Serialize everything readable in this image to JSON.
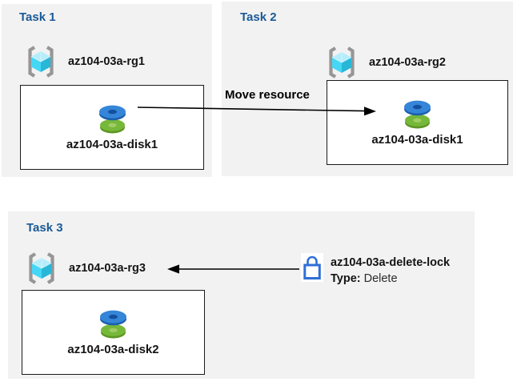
{
  "diagram": {
    "tasks": [
      {
        "title": "Task 1",
        "resource_group": "az104-03a-rg1",
        "resource": "az104-03a-disk1"
      },
      {
        "title": "Task 2",
        "resource_group": "az104-03a-rg2",
        "resource": "az104-03a-disk1"
      },
      {
        "title": "Task 3",
        "resource_group": "az104-03a-rg3",
        "resource": "az104-03a-disk2"
      }
    ],
    "move_arrow_label": "Move resource",
    "lock": {
      "name": "az104-03a-delete-lock",
      "type_label": "Type:",
      "type_value": "Delete"
    }
  },
  "colors": {
    "panel_background": "#f2f2f2",
    "task_title_blue": "#1a5a96",
    "cube_top": "#b6edfb",
    "cube_left": "#45d7f5",
    "cube_right": "#28b7d7",
    "bracket_gray": "#969696",
    "disk_blue": "#3585d8",
    "disk_blue_dark": "#1c5fae",
    "disk_green": "#76b83a",
    "disk_green_dark": "#5e9624",
    "lock_blue": "#2f6fd6",
    "arrow_black": "#000000"
  }
}
